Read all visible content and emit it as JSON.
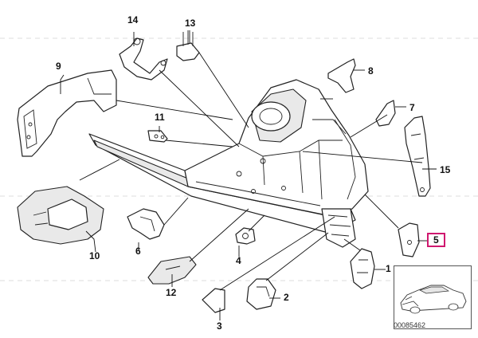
{
  "callouts": {
    "c1": "1",
    "c2": "2",
    "c3": "3",
    "c4": "4",
    "c5": "5",
    "c6": "6",
    "c7": "7",
    "c8": "8",
    "c9": "9",
    "c10": "10",
    "c11": "11",
    "c12": "12",
    "c13": "13",
    "c14": "14",
    "c15": "15"
  },
  "highlighted_callout": "5",
  "highlight_color": "#d0186f",
  "reference_code": "00085462"
}
